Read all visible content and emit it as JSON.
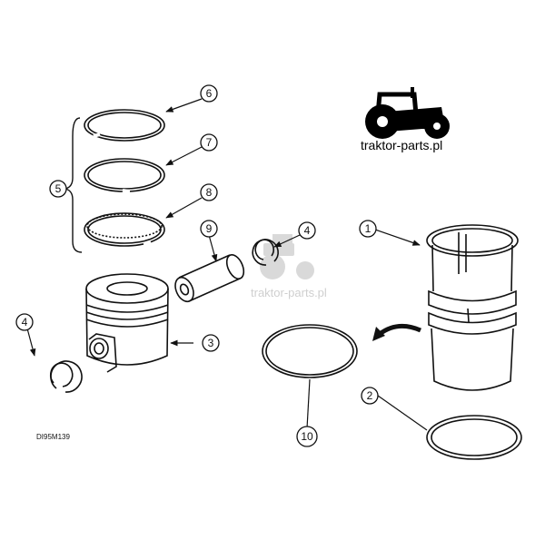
{
  "diagram": {
    "drawing_code": "DI95M139",
    "callouts": {
      "c1": "1",
      "c2": "2",
      "c3": "3",
      "c4a": "4",
      "c4b": "4",
      "c5": "5",
      "c6": "6",
      "c7": "7",
      "c8": "8",
      "c9": "9",
      "c10": "10"
    }
  },
  "watermark": {
    "logo_text": "traktor-parts.pl",
    "overlay_text": "traktor-parts.pl",
    "icon": "tractor-icon"
  },
  "colors": {
    "line": "#111111",
    "logo": "#000000",
    "watermark": "#d4d4d4",
    "background": "#ffffff"
  }
}
